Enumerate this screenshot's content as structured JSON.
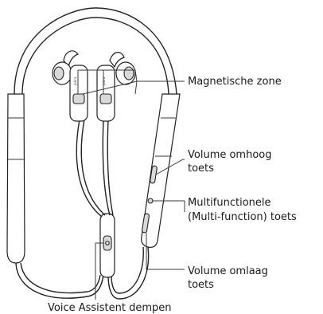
{
  "labels": {
    "magnetic_zone": "Magnetische zone",
    "volume_up_line1": "Volume omhoog",
    "volume_up_line2": "toets",
    "multifunction_line1": "Multifunctionele",
    "multifunction_line2": "(Multi-function) toets",
    "volume_down_line1": "Volume omlaag",
    "volume_down_line2": "toets",
    "voice_assistant_mute": "Voice Assistent dempen"
  },
  "brand_mark": "Jabra"
}
